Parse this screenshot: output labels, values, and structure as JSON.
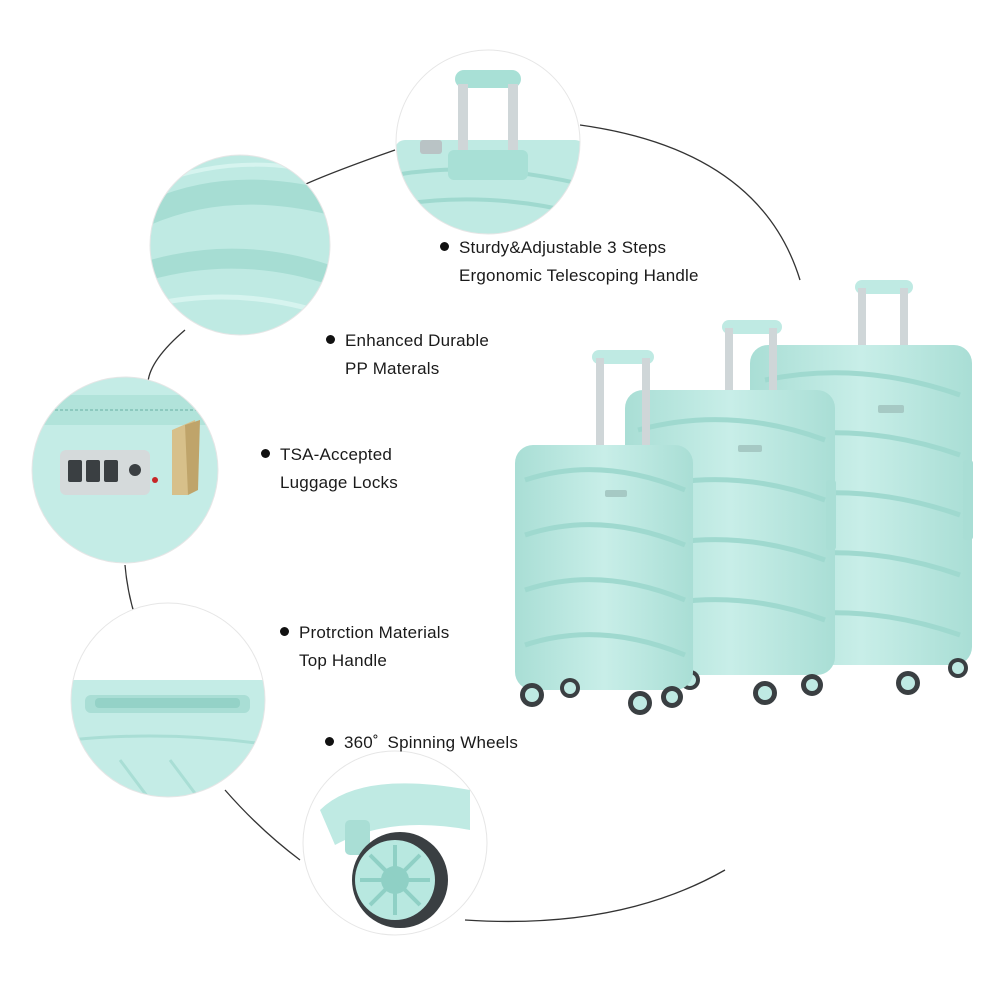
{
  "features": [
    {
      "line1": "Sturdy&Adjustable 3 Steps",
      "line2": "Ergonomic Telescoping Handle"
    },
    {
      "line1": "Enhanced Durable",
      "line2": "PP Materals"
    },
    {
      "line1": "TSA-Accepted",
      "line2": "Luggage Locks"
    },
    {
      "line1": "Protrction Materials",
      "line2": "Top Handle"
    },
    {
      "line1": "360˚ Spinning Wheels"
    }
  ],
  "colors": {
    "luggage": "#bfeae3",
    "luggage_shade": "#9fd9cf",
    "luggage_dark": "#7cc4b8",
    "wheel": "#4a4f52",
    "handle_metal": "#cfd6d8"
  }
}
